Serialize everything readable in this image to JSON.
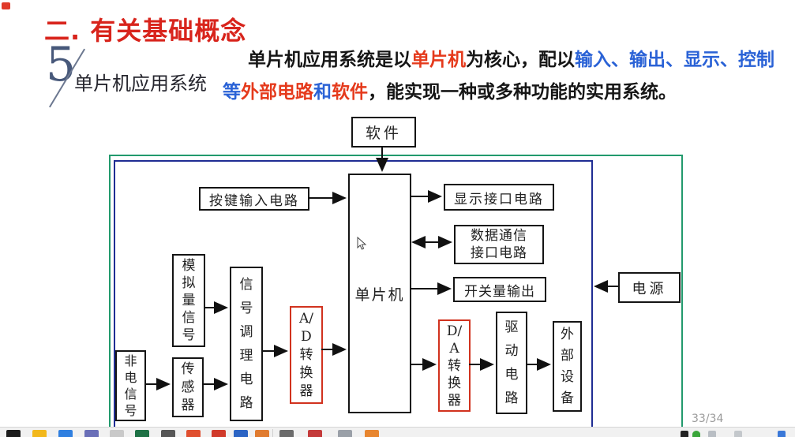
{
  "slide": {
    "title": "二. 有关基础概念",
    "section": {
      "number": "5",
      "label": "单片机应用系统"
    },
    "intro": {
      "line1": [
        {
          "text": "单片机应用系统是以",
          "color": "black"
        },
        {
          "text": "单片机",
          "color": "red"
        },
        {
          "text": "为核心，配以",
          "color": "black"
        },
        {
          "text": "输入、输出、显示、控制",
          "color": "blue"
        }
      ],
      "line2": [
        {
          "text": "等",
          "color": "blue"
        },
        {
          "text": "外部电路",
          "color": "red"
        },
        {
          "text": "和",
          "color": "blue"
        },
        {
          "text": "软件",
          "color": "red"
        },
        {
          "text": "，能实现一种或多种功能的实用系统。",
          "color": "black"
        }
      ]
    },
    "diagram": {
      "boxes": {
        "software": "软件",
        "mcu": "单片机",
        "key_input": "按键输入电路",
        "display_interface": "显示接口电路",
        "data_comm": "数据通信\n接口电路",
        "switch_output": "开关量输出",
        "power": "电源",
        "analog_signal": "模\n拟\n量\n信\n号",
        "non_electric_signal": "非\n电\n信\n号",
        "sensor": "传\n感\n器",
        "signal_conditioning": "信\n号\n调\n理\n电\n路",
        "adc": "A/\nD\n转\n换\n器",
        "dac": "D/\nA\n转\n换\n器",
        "driver_circuit": "驱\n动\n电\n路",
        "external_device": "外\n部\n设\n备"
      },
      "border_colors": {
        "outer": "#229a6d",
        "inner": "#1f2d93",
        "highlight": "#d1321e"
      }
    },
    "page_indicator": "33/34"
  },
  "colors": {
    "title_red": "#d8241c",
    "text_red": "#e53a1c",
    "text_blue": "#2a62d6",
    "text_black": "#161616"
  },
  "taskbar": {
    "icons": [
      {
        "name": "taskbar-icon-black-app",
        "color": "#1c1c1c"
      },
      {
        "name": "taskbar-icon-folder",
        "color": "#f2b81c"
      },
      {
        "name": "taskbar-icon-blue-app",
        "color": "#2f7fe0"
      },
      {
        "name": "taskbar-icon-purple-app",
        "color": "#6a6fb8"
      },
      {
        "name": "taskbar-icon-window-app",
        "color": "#c9c9c9"
      },
      {
        "name": "taskbar-icon-green-app",
        "color": "#1e7145"
      },
      {
        "name": "taskbar-icon-dark-app",
        "color": "#565656"
      },
      {
        "name": "taskbar-icon-orange-red-app",
        "color": "#e04f2f"
      },
      {
        "name": "taskbar-icon-red-app",
        "color": "#d03a2a"
      },
      {
        "name": "taskbar-icon-blue-doc-app",
        "color": "#2b64c4"
      },
      {
        "name": "taskbar-icon-orange-app",
        "color": "#e07b2f"
      },
      {
        "name": "taskbar-icon-grey-app",
        "color": "#6b6b6b"
      },
      {
        "name": "taskbar-icon-red-app-2",
        "color": "#c43a3a"
      },
      {
        "name": "taskbar-icon-light-app",
        "color": "#9aa0a8"
      },
      {
        "name": "taskbar-icon-orange-app-2",
        "color": "#e8862f"
      }
    ],
    "tray": [
      {
        "name": "tray-icon-black",
        "color": "#222222"
      },
      {
        "name": "tray-icon-green",
        "color": "#3aa63a"
      },
      {
        "name": "tray-icon-grey",
        "color": "#b9bec4"
      },
      {
        "name": "tray-icon-grey-2",
        "color": "#c4c8cc"
      },
      {
        "name": "tray-icon-blue",
        "color": "#3a78d8"
      }
    ]
  }
}
